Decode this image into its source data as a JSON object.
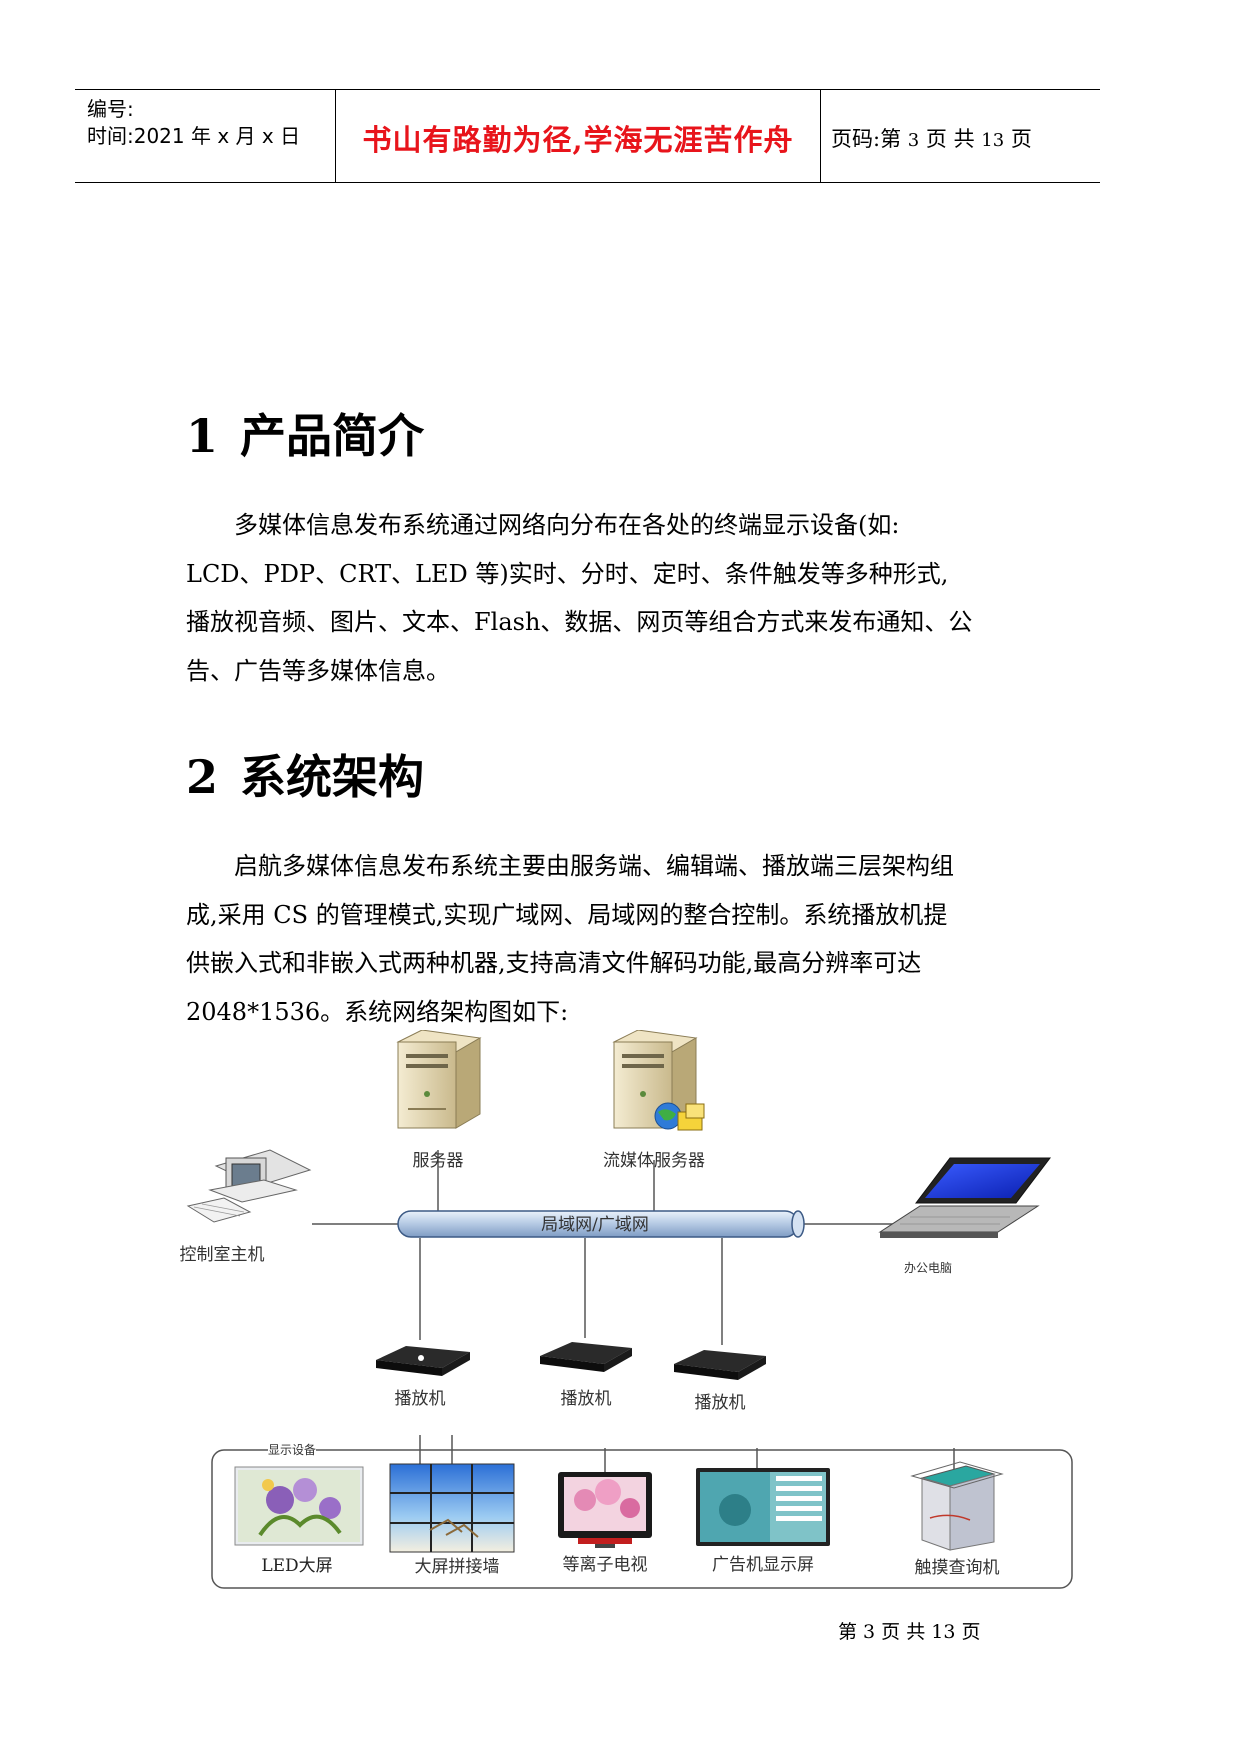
{
  "header": {
    "number_label": "编号:",
    "time_label": "时间:2021 年 x 月 x 日",
    "motto": "书山有路勤为径,学海无涯苦作舟",
    "page_prefix": "页码:第",
    "page_current": "3",
    "page_mid": "页  共",
    "page_total": "13",
    "page_suffix": "页"
  },
  "sections": [
    {
      "number": "1",
      "title": "产品简介",
      "lines": [
        "多媒体信息发布系统通过网络向分布在各处的终端显示设备(如:",
        "LCD、PDP、CRT、LED 等)实时、分时、定时、条件触发等多种形式,",
        "播放视音频、图片、文本、Flash、数据、网页等组合方式来发布通知、公",
        "告、广告等多媒体信息。"
      ]
    },
    {
      "number": "2",
      "title": "系统架构",
      "lines": [
        "启航多媒体信息发布系统主要由服务端、编辑端、播放端三层架构组",
        "成,采用 CS 的管理模式,实现广域网、局域网的整合控制。系统播放机提",
        "供嵌入式和非嵌入式两种机器,支持高清文件解码功能,最高分辨率可达",
        "2048*1536。系统网络架构图如下:"
      ]
    }
  ],
  "diagram": {
    "server": "服务器",
    "stream_server": "流媒体服务器",
    "control_host": "控制室主机",
    "network": "局域网/广域网",
    "office_pc": "办公电脑",
    "players": [
      "播放机",
      "播放机",
      "播放机"
    ],
    "display_group": "显示设备",
    "displays": [
      "LED大屏",
      "大屏拼接墙",
      "等离子电视",
      "广告机显示屏",
      "触摸查询机"
    ]
  },
  "footer": "第 3 页 共 13 页"
}
